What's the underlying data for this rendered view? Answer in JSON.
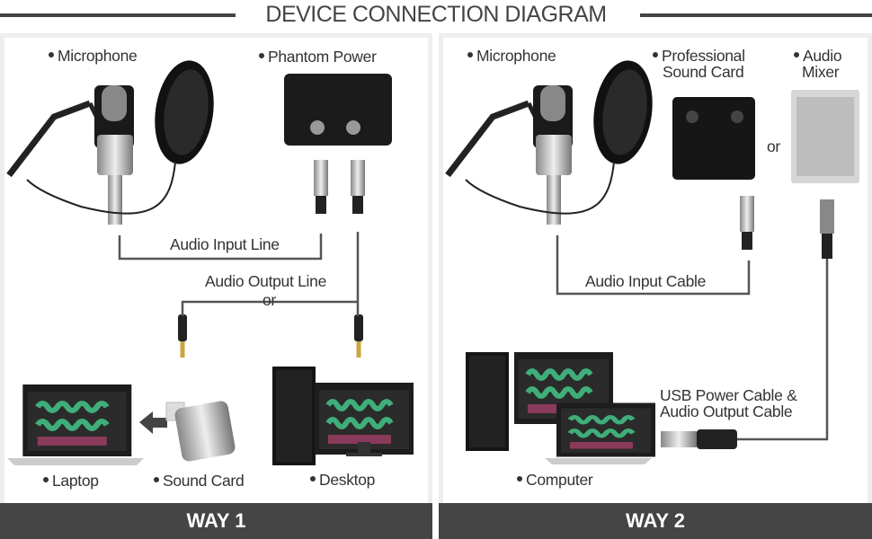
{
  "title": "DEVICE CONNECTION DIAGRAM",
  "way1": {
    "footer": "WAY 1",
    "labels": {
      "microphone": "Microphone",
      "phantom_power": "Phantom Power",
      "audio_input_line": "Audio Input Line",
      "audio_output_line": "Audio Output Line",
      "or": "or",
      "laptop": "Laptop",
      "sound_card": "Sound Card",
      "desktop": "Desktop"
    }
  },
  "way2": {
    "footer": "WAY 2",
    "labels": {
      "microphone": "Microphone",
      "professional_sound_card_1": "Professional",
      "professional_sound_card_2": "Sound Card",
      "audio_mixer_1": "Audio",
      "audio_mixer_2": "Mixer",
      "or": "or",
      "audio_input_cable": "Audio Input Cable",
      "usb_cable_1": "USB Power Cable &",
      "usb_cable_2": "Audio Output Cable",
      "computer": "Computer"
    }
  },
  "colors": {
    "cable": "#555555",
    "footer": "#454545",
    "panel_border": "#eeeeee",
    "waveform": "#3fae7a"
  }
}
